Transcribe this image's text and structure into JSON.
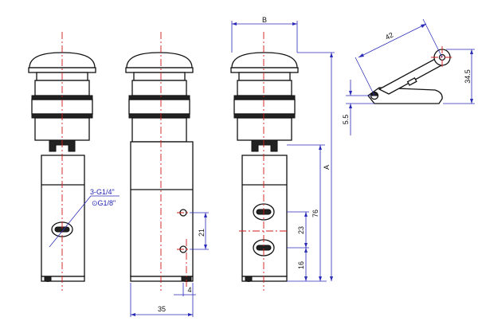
{
  "callouts": {
    "port_main": "3-G1/4\"",
    "port_alt": "⊙G1/8\""
  },
  "dimensions": {
    "width_b": "B",
    "length_a": "A",
    "h76": "76",
    "h23": "23",
    "h16": "16",
    "h21": "21",
    "w35": "35",
    "w4": "4",
    "lever_42": "42",
    "lever_345": "34.5",
    "lever_55": "5.5"
  },
  "colors": {
    "outline": "#111111",
    "center_line": "#d01818",
    "dimension_line": "#2a2ab8"
  }
}
